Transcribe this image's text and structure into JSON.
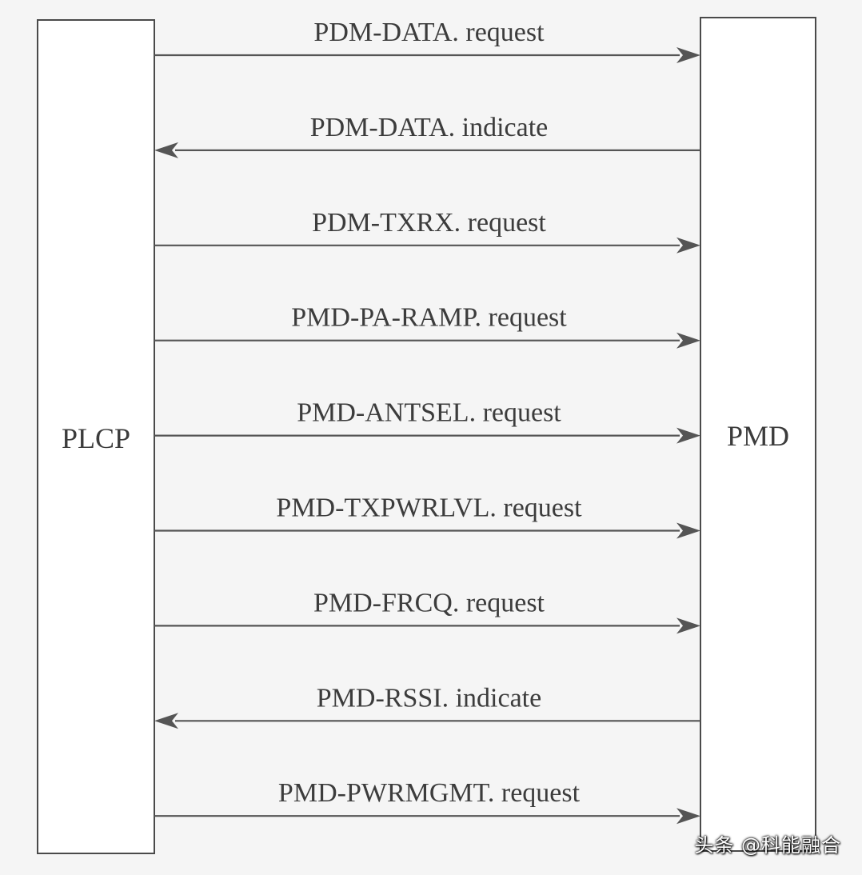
{
  "diagram": {
    "left_box": {
      "label": "PLCP"
    },
    "right_box": {
      "label": "PMD"
    },
    "messages": [
      {
        "label": "PDM-DATA. request",
        "direction": "right"
      },
      {
        "label": "PDM-DATA. indicate",
        "direction": "left"
      },
      {
        "label": "PDM-TXRX. request",
        "direction": "right"
      },
      {
        "label": "PMD-PA-RAMP. request",
        "direction": "right"
      },
      {
        "label": "PMD-ANTSEL. request",
        "direction": "right"
      },
      {
        "label": "PMD-TXPWRLVL. request",
        "direction": "right"
      },
      {
        "label": "PMD-FRCQ. request",
        "direction": "right"
      },
      {
        "label": "PMD-RSSI. indicate",
        "direction": "left"
      },
      {
        "label": "PMD-PWRMGMT. request",
        "direction": "right"
      }
    ]
  },
  "watermark": {
    "text": "头条 @科能融合"
  }
}
